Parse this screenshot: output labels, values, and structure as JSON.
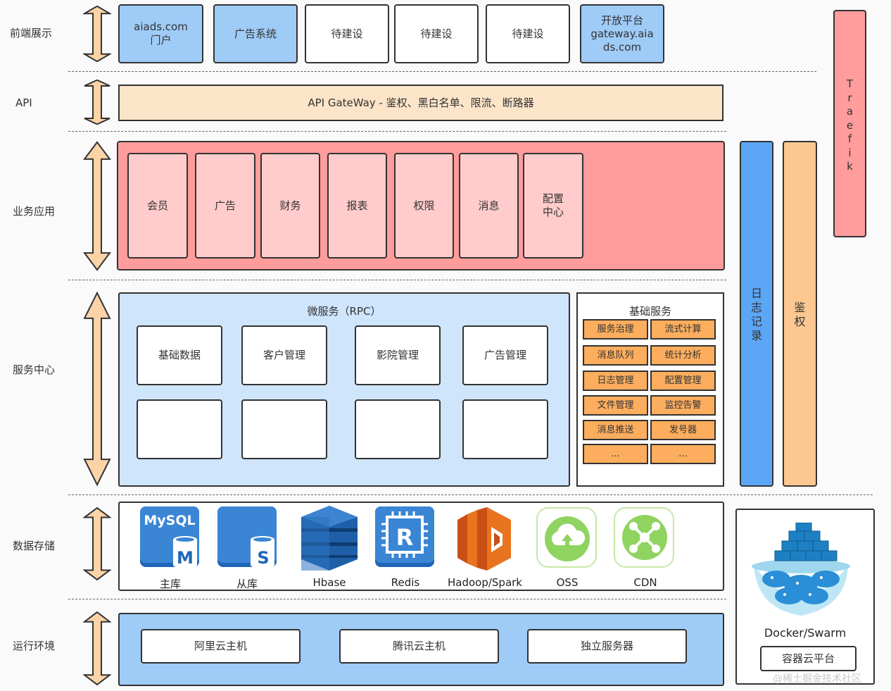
{
  "layers": {
    "frontend": "前端展示",
    "api": "API",
    "business": "业务应用",
    "service": "服务中心",
    "storage": "数据存储",
    "runtime": "运行环境"
  },
  "frontend_boxes": [
    "aiads.com\n门户",
    "广告系统",
    "待建设",
    "待建设",
    "待建设",
    "开放平台\ngateway.aia\nds.com"
  ],
  "api_gateway": "API GateWay - 鉴权、黑白名单、限流、断路器",
  "business_apps": [
    "会员",
    "广告",
    "财务",
    "报表",
    "权限",
    "消息",
    "配置\n中心"
  ],
  "microservice": {
    "title": "微服务（RPC）",
    "items": [
      "基础数据",
      "客户管理",
      "影院管理",
      "广告管理",
      "",
      "",
      "",
      ""
    ]
  },
  "basic_service": {
    "title": "基础服务",
    "items": [
      "服务治理",
      "流式计算",
      "消息队列",
      "统计分析",
      "日志管理",
      "配置管理",
      "文件管理",
      "监控告警",
      "消息推送",
      "发号器",
      "...",
      "..."
    ]
  },
  "side_bars": {
    "log": "日\n志\n记\n录",
    "auth": "鉴\n权",
    "traefik": "T\nr\na\ne\nf\ni\nk"
  },
  "storage": [
    {
      "label": "主库",
      "icon": "mysql-master-icon"
    },
    {
      "label": "从库",
      "icon": "mysql-slave-icon"
    },
    {
      "label": "Hbase",
      "icon": "hbase-icon"
    },
    {
      "label": "Redis",
      "icon": "redis-icon"
    },
    {
      "label": "Hadoop/Spark",
      "icon": "hadoop-spark-icon"
    },
    {
      "label": "OSS",
      "icon": "oss-icon"
    },
    {
      "label": "CDN",
      "icon": "cdn-icon"
    }
  ],
  "runtime": [
    "阿里云主机",
    "腾讯云主机",
    "独立服务器"
  ],
  "docker": {
    "title": "Docker/Swarm",
    "platform": "容器云平台",
    "watermark": "@稀土掘金技术社区"
  },
  "colors": {
    "blue": "#9fcbf7",
    "peach": "#fce4c9",
    "red": "#ff9c9c",
    "pink": "#ffcccb",
    "orange": "#fcad5d",
    "light_blue_panel": "#cfe5fb",
    "log_bar": "#5ba6f5",
    "auth_bar": "#fcc790",
    "arrow_fill": "#fbd3a6"
  }
}
